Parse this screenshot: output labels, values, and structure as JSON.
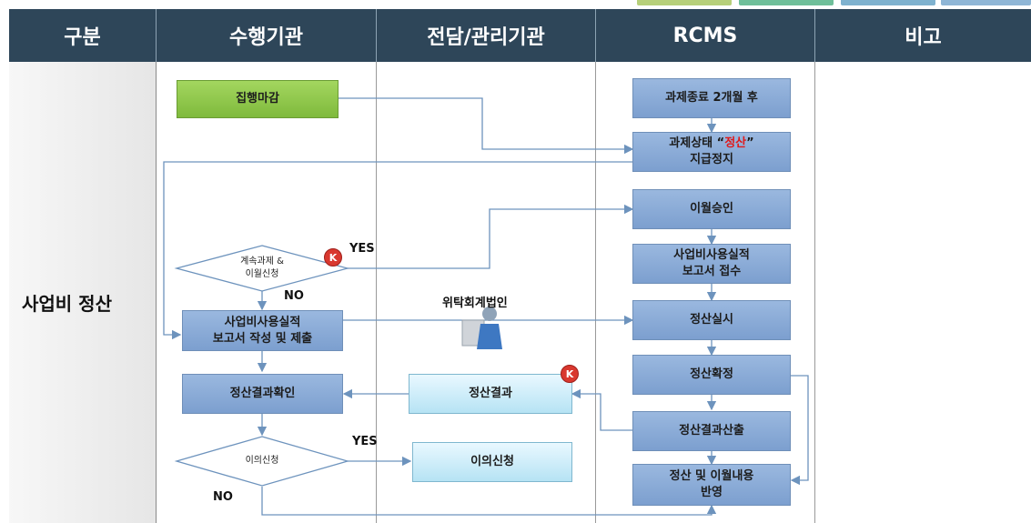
{
  "headers": {
    "category": "구분",
    "performer": "수행기관",
    "agency": "전담/관리기관",
    "rcms": "RCMS",
    "remarks": "비고"
  },
  "category_label": "사업비 정산",
  "performer": {
    "close_exec": "집행마감",
    "continue_decision": "계속과제 &\n이월신청",
    "report_submit": "사업비사용실적\n보고서 작성 및 제출",
    "confirm_result": "정산결과확인",
    "objection_decision": "이의신청"
  },
  "agency": {
    "trust_accountant": "위탁회계법인",
    "settlement_result": "정산결과",
    "objection": "이의신청"
  },
  "rcms": {
    "step1": "과제종료 2개월 후",
    "step2_prefix": "과제상태 “",
    "step2_highlight": "정산",
    "step2_suffix": "”",
    "step2_line2": "지급정지",
    "step3": "이월승인",
    "step4": "사업비사용실적\n보고서 접수",
    "step5": "정산실시",
    "step6": "정산확정",
    "step7": "정산결과산출",
    "step8": "정산 및 이월내용\n반영"
  },
  "labels": {
    "yes1": "YES",
    "no1": "NO",
    "yes2": "YES",
    "no2": "NO",
    "k_mark": "K"
  },
  "colors": {
    "header": "#2e4659",
    "rcms_box": "#7c9fcf",
    "green_box": "#7fba3c",
    "cyan_box": "#b6e3f4",
    "highlight": "#e0191a",
    "arrow": "#6d93bd"
  }
}
